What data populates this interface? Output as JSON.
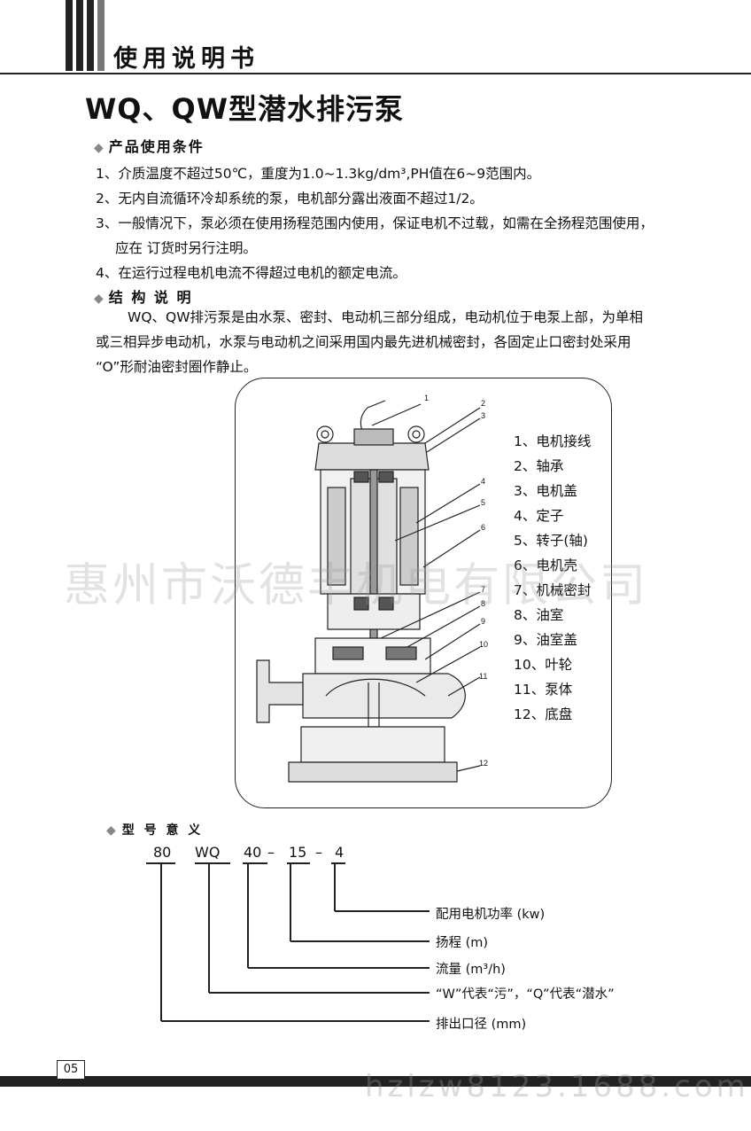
{
  "header": {
    "manual_label": "使用说明书",
    "title": "WQ、QW型潜水排污泵"
  },
  "conditions": {
    "heading": "产品使用条件",
    "items": [
      "1、介质温度不超过50℃，重度为1.0~1.3kg/dm³,PH值在6~9范围内。",
      "2、无内自流循环冷却系统的泵，电机部分露出液面不超过1/2。",
      "3、一般情况下，泵必须在使用扬程范围内使用，保证电机不过载，如需在全扬程范围使用，",
      "应在 订货时另行注明。",
      "4、在运行过程电机电流不得超过电机的额定电流。"
    ]
  },
  "structure": {
    "heading": "结 构 说 明",
    "lines": [
      "WQ、QW排污泵是由水泵、密封、电动机三部分组成，电动机位于电泵上部，为单相",
      "或三相异步电动机，水泵与电动机之间采用国内最先进机械密封，各固定止口密封处采用",
      "“O”形耐油密封圈作静止。"
    ]
  },
  "diagram": {
    "callouts": [
      "1",
      "2",
      "3",
      "4",
      "5",
      "6",
      "7",
      "8",
      "9",
      "10",
      "11",
      "12"
    ],
    "legend": [
      "1、电机接线",
      "2、轴承",
      "3、电机盖",
      "4、定子",
      "5、转子(轴)",
      "6、电机壳",
      "7、机械密封",
      "8、油室",
      "9、油室盖",
      "10、叶轮",
      "11、泵体",
      "12、底盘"
    ]
  },
  "watermark": "惠州市沃德丰机电有限公司",
  "model": {
    "heading": "型 号 意 义",
    "parts": [
      "80",
      "WQ",
      "40",
      "–",
      "15",
      "–",
      "4"
    ],
    "descriptions": [
      "配用电机功率 (kw)",
      "扬程 (m)",
      "流量 (m³/h)",
      "“W”代表“污”，“Q”代表“潜水”",
      "排出口径 (mm)"
    ]
  },
  "footer": {
    "page_number": "05",
    "site": "hzlzw8123.1688.com"
  }
}
